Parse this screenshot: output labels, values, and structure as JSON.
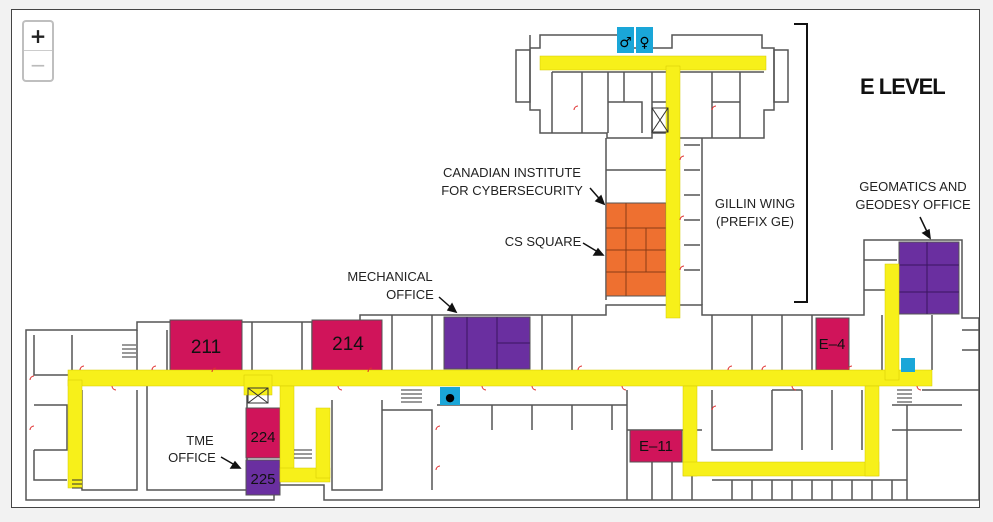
{
  "map": {
    "level_title": "E LEVEL",
    "zoom_in_label": "+",
    "zoom_out_label": "−",
    "colors": {
      "corridor": "#f7f01a",
      "room_magenta": "#d0145a",
      "room_purple": "#6a2fa0",
      "room_orange": "#ee7030",
      "washroom": "#1aa6d8",
      "walls": "#555555"
    },
    "labels": {
      "cic_line1": "CANADIAN INSTITUTE",
      "cic_line2": "FOR CYBERSECURITY",
      "cs_square": "CS SQUARE",
      "gillin_line1": "GILLIN WING",
      "gillin_line2": "(PREFIX GE)",
      "geomatics_line1": "GEOMATICS AND",
      "geomatics_line2": "GEODESY OFFICE",
      "mech_line1": "MECHANICAL",
      "mech_line2": "OFFICE",
      "tme_line1": "TME",
      "tme_line2": "OFFICE"
    },
    "rooms": {
      "r211": "211",
      "r214": "214",
      "r224": "224",
      "r225": "225",
      "e4": "E–4",
      "e11": "E–11"
    },
    "icons": [
      "washroom-men-icon",
      "washroom-women-icon",
      "washroom-icon",
      "stairs-icon",
      "elevator-icon"
    ]
  }
}
